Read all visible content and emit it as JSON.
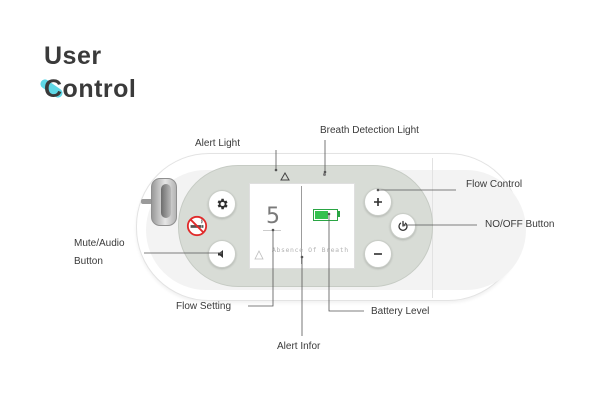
{
  "title": {
    "line1": "User",
    "line2": "Control"
  },
  "labels": {
    "alert_light": "Alert Light",
    "breath_detection_light": "Breath Detection Light",
    "flow_control": "Flow Control",
    "onoff_button": "NO/OFF Button",
    "mute_audio_line1": "Mute/Audio",
    "mute_audio_line2": "Button",
    "flow_setting": "Flow Setting",
    "battery_level": "Battery Level",
    "alert_infor": "Alert Infor"
  },
  "screen": {
    "flow_value": "5",
    "message": "Absence Of Breath",
    "battery_level": 0.62
  },
  "icons": {
    "settings": "gear-icon",
    "no_smoking": "no-smoking-icon",
    "mute": "speaker-icon",
    "plus": "plus-icon",
    "minus": "minus-icon",
    "power": "power-icon",
    "alert": "warning-triangle-icon"
  },
  "colors": {
    "accent": "#5fd8e6",
    "battery": "#35c14f",
    "no_smoking": "#e02b2b",
    "device_face": "#d8dcd6"
  }
}
